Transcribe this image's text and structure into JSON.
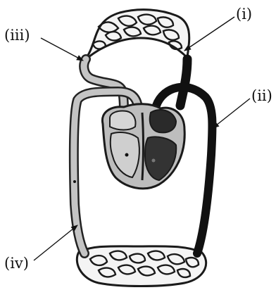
{
  "labels": {
    "i": "(i)",
    "ii": "(ii)",
    "iii": "(iii)",
    "iv": "(iv)"
  },
  "colors": {
    "deoxygenated_vessel": "#111111",
    "oxygenated_vessel_fill": "#c4c4c4",
    "vessel_outline": "#222222",
    "chamber_light": "#b5b5b5",
    "chamber_dark": "#2a2a2a",
    "capillary_network": "#1a1a1a"
  }
}
